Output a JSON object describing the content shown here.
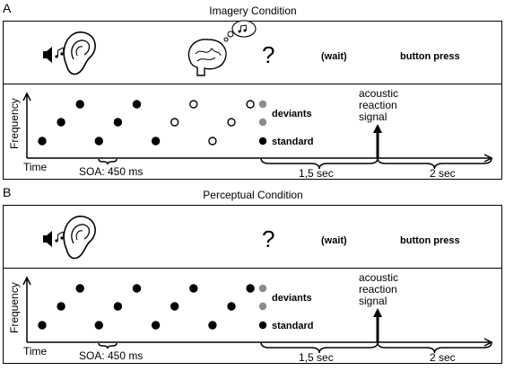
{
  "panels": [
    {
      "letter": "A",
      "title": "Imagery Condition",
      "show_thought_head": true,
      "question_mark": "?",
      "wait_label": "(wait)",
      "button_label": "button press",
      "ylabel": "Frequency",
      "xlabel": "Time",
      "soa_label": "SOA: 450 ms",
      "deviants_label": "deviants",
      "standard_label": "standard",
      "signal_label": [
        "acoustic",
        "reaction",
        "signal"
      ],
      "dur1_label": "1,5 sec",
      "dur2_label": "2 sec",
      "tones": [
        {
          "step": 0,
          "level": 0,
          "filled": true
        },
        {
          "step": 1,
          "level": 1,
          "filled": true
        },
        {
          "step": 2,
          "level": 2,
          "filled": true
        },
        {
          "step": 3,
          "level": 0,
          "filled": true
        },
        {
          "step": 4,
          "level": 1,
          "filled": true
        },
        {
          "step": 5,
          "level": 2,
          "filled": true
        },
        {
          "step": 6,
          "level": 0,
          "filled": true
        },
        {
          "step": 7,
          "level": 1,
          "filled": false
        },
        {
          "step": 8,
          "level": 2,
          "filled": false
        },
        {
          "step": 9,
          "level": 0,
          "filled": false
        },
        {
          "step": 10,
          "level": 1,
          "filled": false
        },
        {
          "step": 11,
          "level": 2,
          "filled": false
        }
      ]
    },
    {
      "letter": "B",
      "title": "Perceptual Condition",
      "show_thought_head": false,
      "question_mark": "?",
      "wait_label": "(wait)",
      "button_label": "button press",
      "ylabel": "Frequency",
      "xlabel": "Time",
      "soa_label": "SOA: 450 ms",
      "deviants_label": "deviants",
      "standard_label": "standard",
      "signal_label": [
        "acoustic",
        "reaction",
        "signal"
      ],
      "dur1_label": "1,5 sec",
      "dur2_label": "2 sec",
      "tones": [
        {
          "step": 0,
          "level": 0,
          "filled": true
        },
        {
          "step": 1,
          "level": 1,
          "filled": true
        },
        {
          "step": 2,
          "level": 2,
          "filled": true
        },
        {
          "step": 3,
          "level": 0,
          "filled": true
        },
        {
          "step": 4,
          "level": 1,
          "filled": true
        },
        {
          "step": 5,
          "level": 2,
          "filled": true
        },
        {
          "step": 6,
          "level": 0,
          "filled": true
        },
        {
          "step": 7,
          "level": 1,
          "filled": true
        },
        {
          "step": 8,
          "level": 2,
          "filled": true
        },
        {
          "step": 9,
          "level": 0,
          "filled": true
        },
        {
          "step": 10,
          "level": 1,
          "filled": true
        },
        {
          "step": 11,
          "level": 2,
          "filled": true
        }
      ]
    }
  ],
  "colors": {
    "legend_gray": "#8c8c8c",
    "ink": "#000000"
  }
}
